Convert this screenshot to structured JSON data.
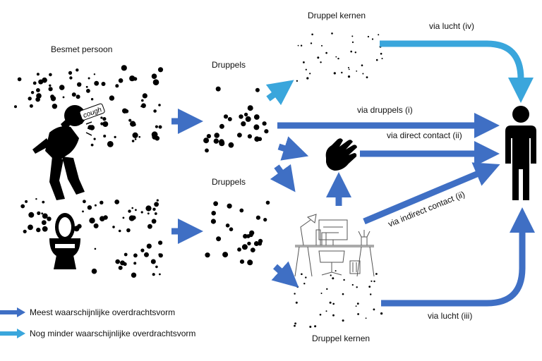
{
  "labels": {
    "infected_person": "Besmet persoon",
    "cough": "cough",
    "droplets_top": "Druppels",
    "droplets_bottom": "Druppels",
    "nuclei_top": "Druppel kernen",
    "nuclei_bottom": "Druppel kernen",
    "route_air_iv": "via lucht (iv)",
    "route_droplets_i": "via druppels (i)",
    "route_direct_ii": "via direct contact (ii)",
    "route_indirect_ii": "via indirect contact (ii)",
    "route_air_iii": "via lucht (iii)"
  },
  "legend": [
    {
      "label": "Meest waarschijnlijke overdrachtsvorm",
      "color": "#3f6fc4"
    },
    {
      "label": "Nog minder waarschijnlijke overdrachtsvorm",
      "color": "#3aa6dc"
    }
  ],
  "colors": {
    "primary_arrow": "#3f6fc4",
    "secondary_arrow": "#3aa6dc",
    "silhouette": "#000000"
  },
  "icons": [
    "coughing-person-icon",
    "toilet-icon",
    "hand-icon",
    "office-desk-icon",
    "person-icon"
  ]
}
